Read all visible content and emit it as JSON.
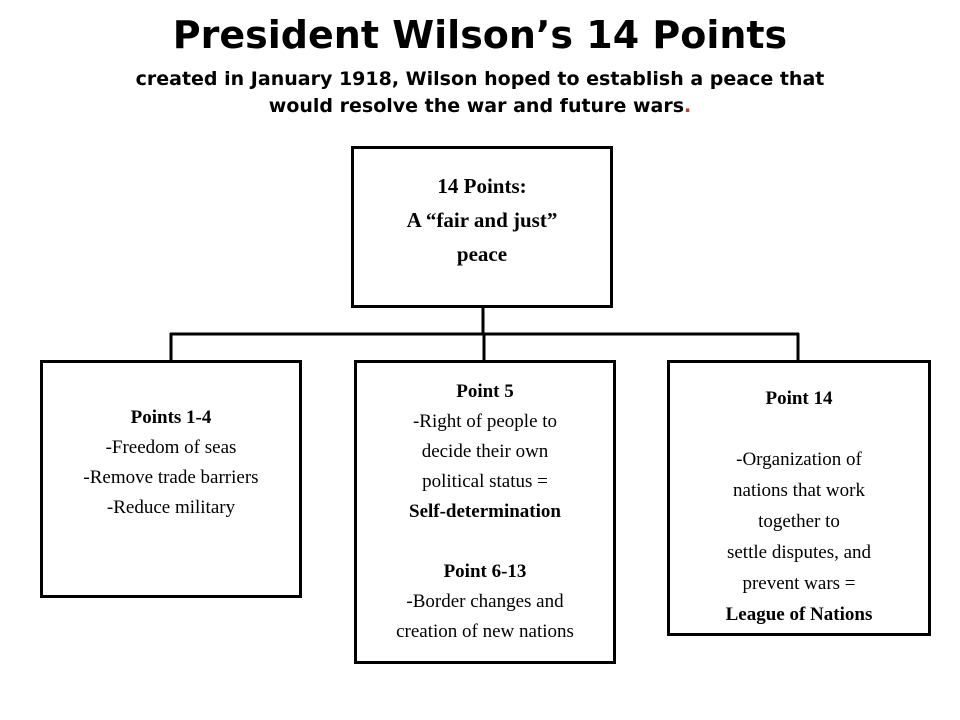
{
  "title": "President Wilson’s 14 Points",
  "subtitle": {
    "line1": "created in January 1918, Wilson hoped to establish a peace that",
    "line2": "would resolve the war and future wars",
    "end_mark": "."
  },
  "root": {
    "line1": "14 Points:",
    "line2": "A “fair and just”",
    "line3": "peace"
  },
  "left_box": {
    "heading": "Points 1-4",
    "items": [
      "-Freedom of  seas",
      "-Remove trade barriers",
      "-Reduce military"
    ]
  },
  "middle_box": {
    "heading1": "Point 5",
    "lines1": [
      "-Right of people to",
      "decide their own",
      "political status ="
    ],
    "emphasis1": "Self-determination",
    "heading2": "Point 6-13",
    "lines2": [
      "-Border changes and",
      "creation of new nations"
    ]
  },
  "right_box": {
    "heading": "Point 14",
    "lines": [
      "-Organization of",
      "nations that work",
      "together to",
      "settle disputes, and",
      "prevent wars ="
    ],
    "emphasis": "League of  Nations"
  }
}
